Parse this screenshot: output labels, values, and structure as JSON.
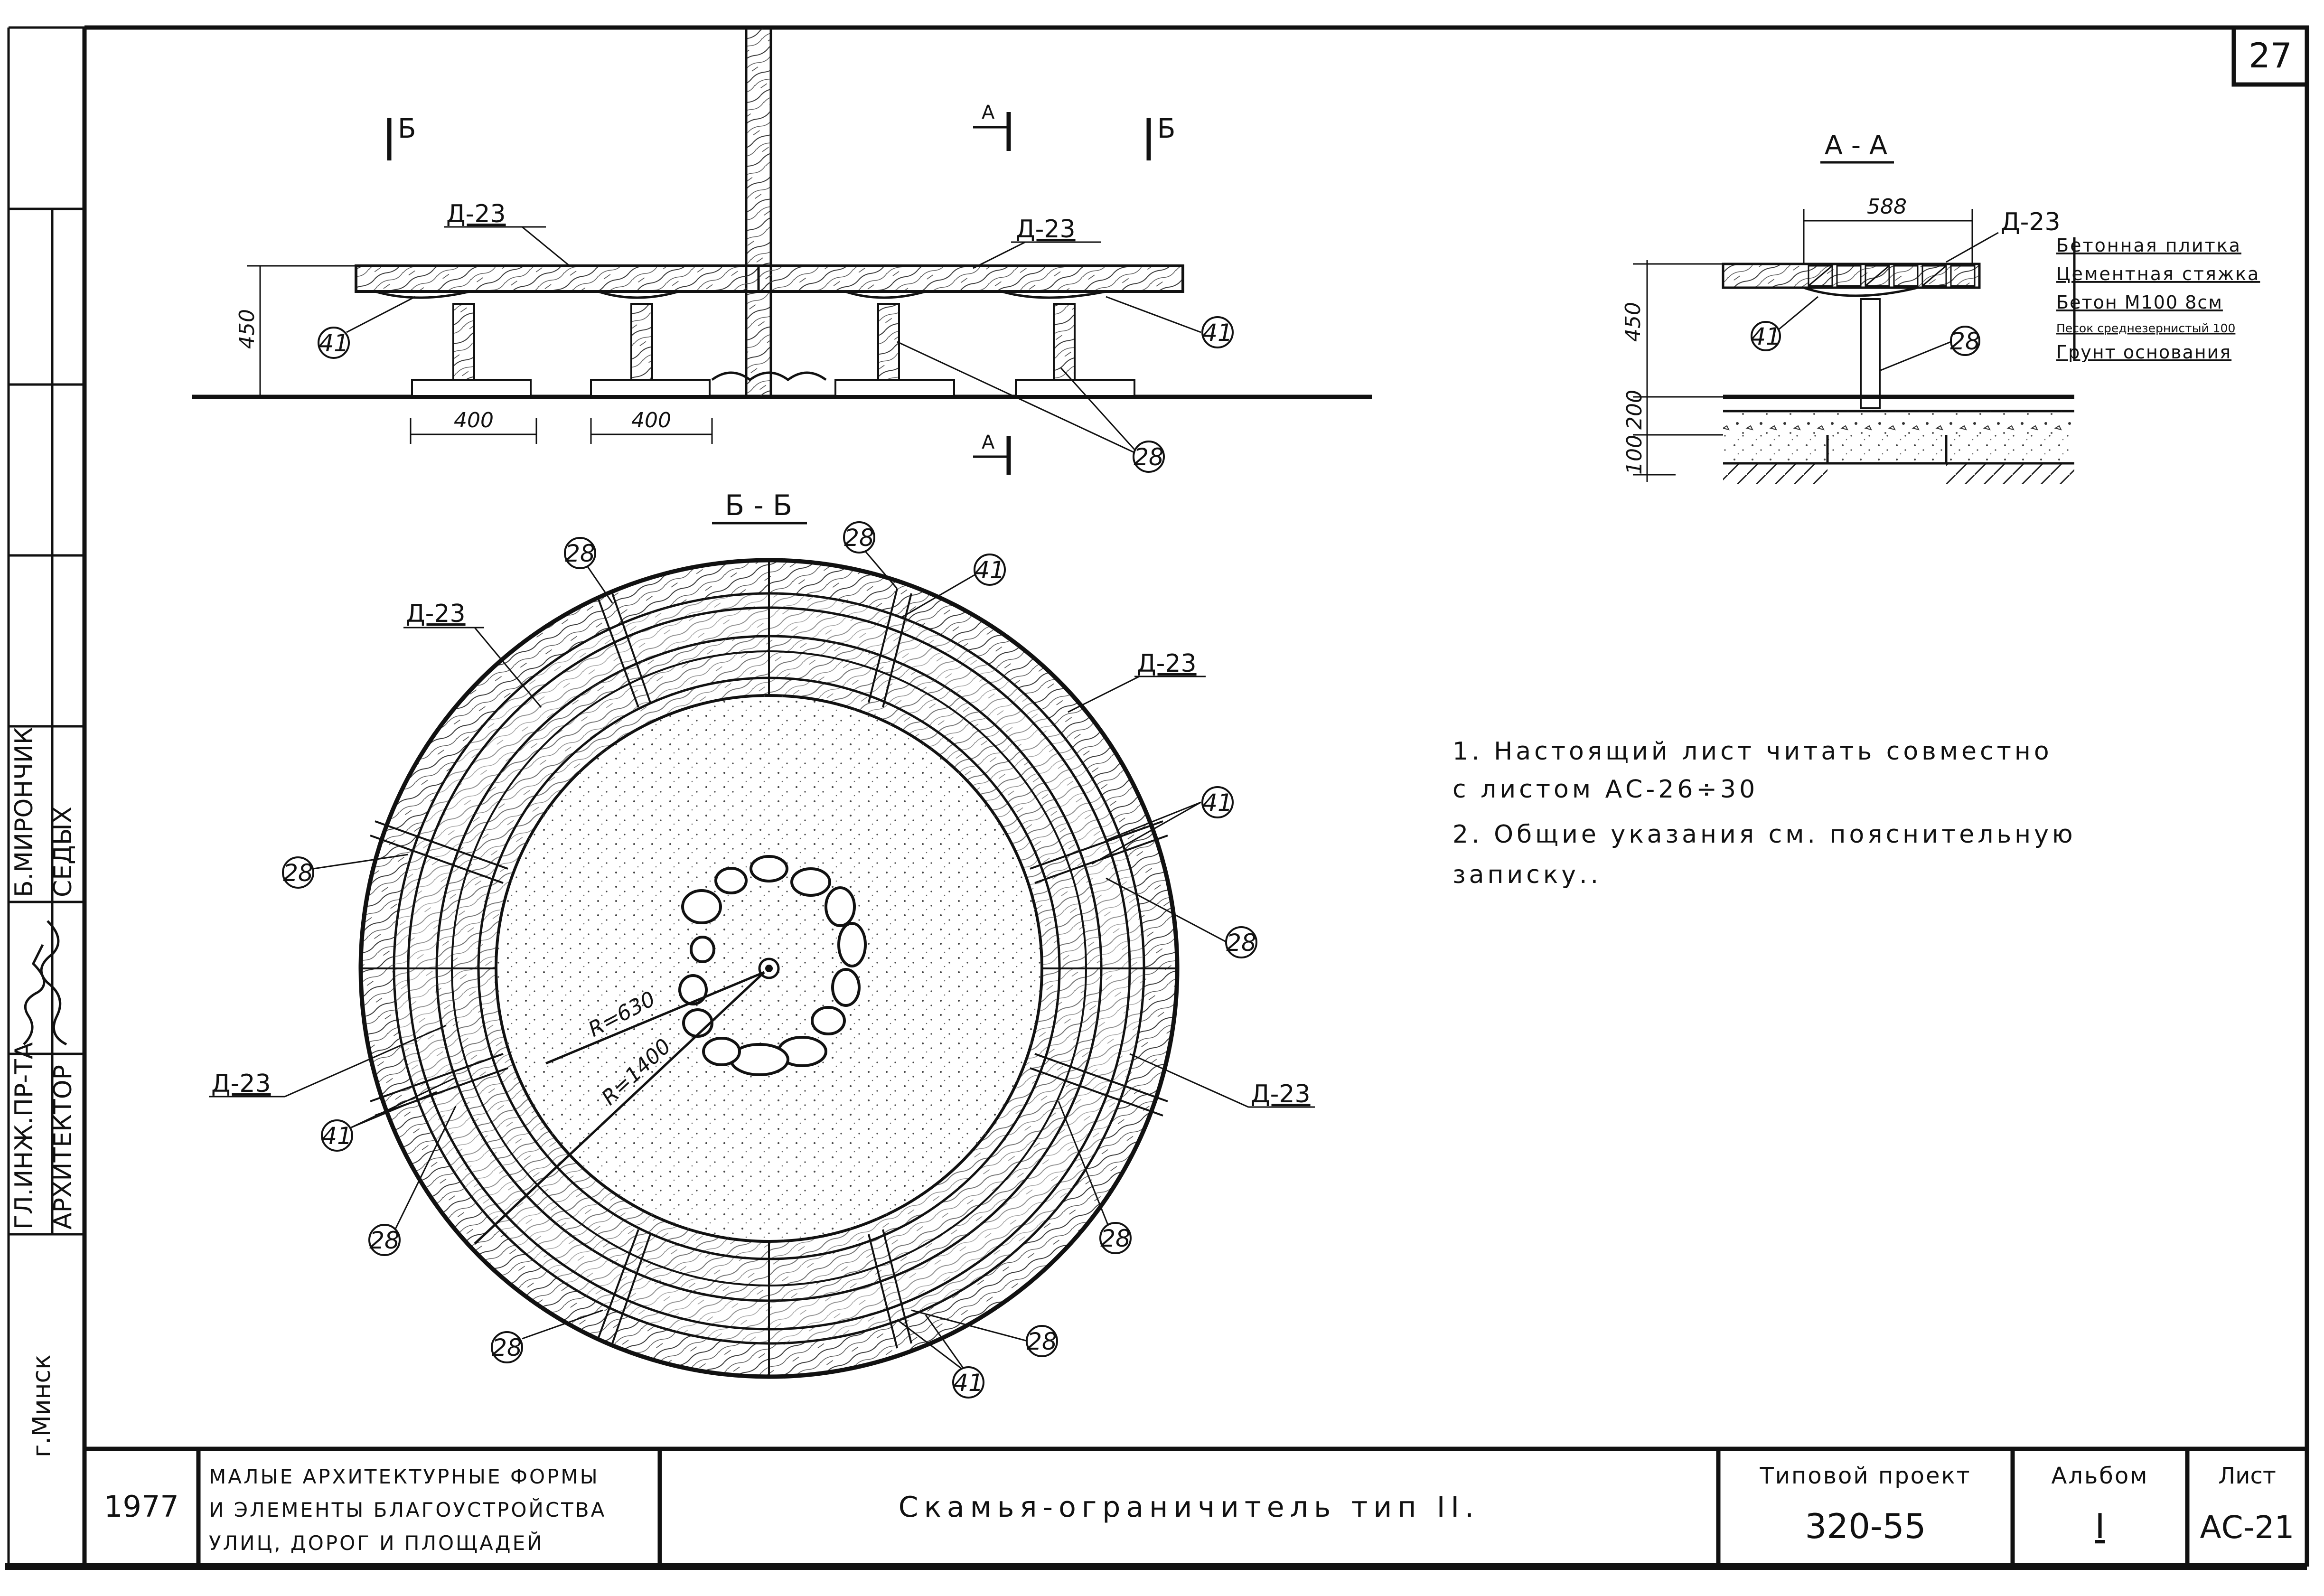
{
  "sheet": {
    "page_number": "27",
    "city": "г.Минск",
    "year": "1977",
    "theme": [
      "МАЛЫЕ АРХИТЕКТУРНЫЕ ФОРМЫ",
      "И ЭЛЕМЕНТЫ БЛАГОУСТРОЙСТВА",
      "УЛИЦ, ДОРОГ И ПЛОЩАДЕЙ"
    ],
    "title": "Скамья-ограничитель тип II.",
    "project_label": "Типовой проект",
    "project_number": "320-55",
    "album_label": "Альбом",
    "album_number": "I",
    "list_label": "Лист",
    "list_number": "АС-21",
    "signatures": {
      "role_1": "ГЛ.ИНЖ.ПР-ТА",
      "name_1": "Б.МИРОНЧИК",
      "role_2": "АРХИТЕКТОР",
      "name_2": "СЕДЫХ"
    }
  },
  "elevation": {
    "cut_b": "Б",
    "cut_a": "А",
    "dim_height": "450",
    "dim_span_1": "400",
    "dim_span_2": "400",
    "ref_board": "Д-23",
    "ref_bracket": "41",
    "ref_post": "28"
  },
  "section_aa": {
    "title": "А - А",
    "dim_width": "588",
    "dim_height": "450",
    "dim_base_1": "200",
    "dim_base_2": "100",
    "ref_board": "Д-23",
    "ref_bracket": "41",
    "ref_post": "28",
    "layers": [
      "Бетонная плитка",
      "Цементная стяжка",
      "Бетон М100 8см",
      "Песок среднезернистый 100",
      "Грунт основания"
    ]
  },
  "plan_bb": {
    "title": "Б - Б",
    "radius_inner": "R=630",
    "radius_outer": "R=1400",
    "ref_board": "Д-23",
    "ref_bracket": "41",
    "ref_post": "28"
  },
  "notes": [
    "1. Настоящий лист читать совместно",
    "с листом АС-26÷30",
    "2. Общие указания см. пояснительную",
    "записку.."
  ]
}
